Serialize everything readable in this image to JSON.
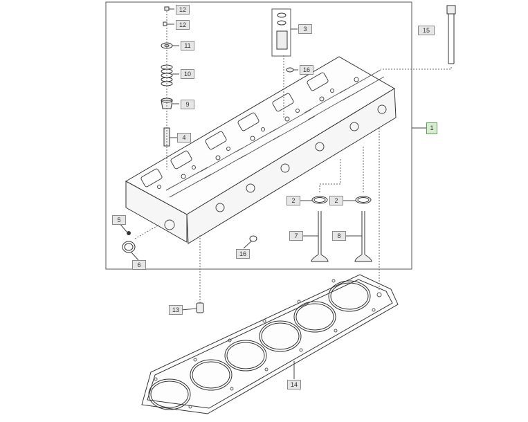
{
  "colors": {
    "line": "#333333",
    "callout_bg": "#e6e6e6",
    "callout_border": "#8a8a8a",
    "highlight_bg": "#d8ecd2",
    "highlight_border": "#5aa05a"
  },
  "callouts": [
    {
      "id": "c12a",
      "label": "12"
    },
    {
      "id": "c12b",
      "label": "12"
    },
    {
      "id": "c11",
      "label": "11"
    },
    {
      "id": "c10",
      "label": "10"
    },
    {
      "id": "c9",
      "label": "9"
    },
    {
      "id": "c4",
      "label": "4"
    },
    {
      "id": "c3",
      "label": "3"
    },
    {
      "id": "c16a",
      "label": "16"
    },
    {
      "id": "c15",
      "label": "15"
    },
    {
      "id": "c1",
      "label": "1",
      "highlighted": true
    },
    {
      "id": "c2a",
      "label": "2"
    },
    {
      "id": "c2b",
      "label": "2"
    },
    {
      "id": "c7",
      "label": "7"
    },
    {
      "id": "c8",
      "label": "8"
    },
    {
      "id": "c5",
      "label": "5"
    },
    {
      "id": "c6",
      "label": "6"
    },
    {
      "id": "c16b",
      "label": "16"
    },
    {
      "id": "c13",
      "label": "13"
    },
    {
      "id": "c14",
      "label": "14"
    }
  ]
}
